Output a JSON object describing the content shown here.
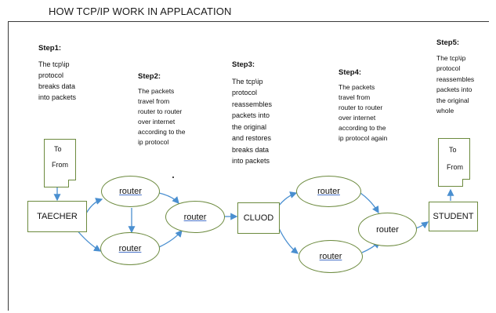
{
  "title": "HOW TCP/IP WORK IN APPLACATION",
  "steps": {
    "s1": {
      "heading": "Step1:",
      "body": "The tcp\\ip\nprotocol\nbreaks data\ninto packets"
    },
    "s2": {
      "heading": "Step2:",
      "body": "The packets\ntravel from\nrouter to router\nover internet\naccording to the\nip protocol"
    },
    "s3": {
      "heading": "Step3:",
      "body": "The tcp\\ip\nprotocol\nreassembles\npackets into\nthe original\nand restores\nbreaks data\ninto packets"
    },
    "s4": {
      "heading": "Step4:",
      "body": "The packets\ntravel from\nrouter to router\nover internet\naccording to the\nip protocol again"
    },
    "s5": {
      "heading": "Step5:",
      "body": "The tcp\\ip\nprotocol\nreassembles\npackets into\nthe original\nwhole"
    }
  },
  "docs": {
    "left": {
      "to": "To",
      "from": "From"
    },
    "right": {
      "to": "To",
      "from": "From"
    }
  },
  "nodes": {
    "teacher": "TAECHER",
    "cloud": "CLUOD",
    "student": "STUDENT",
    "router": "router"
  },
  "colors": {
    "node_border": "#6c8a3e",
    "arrow": "#4a8fd0"
  }
}
